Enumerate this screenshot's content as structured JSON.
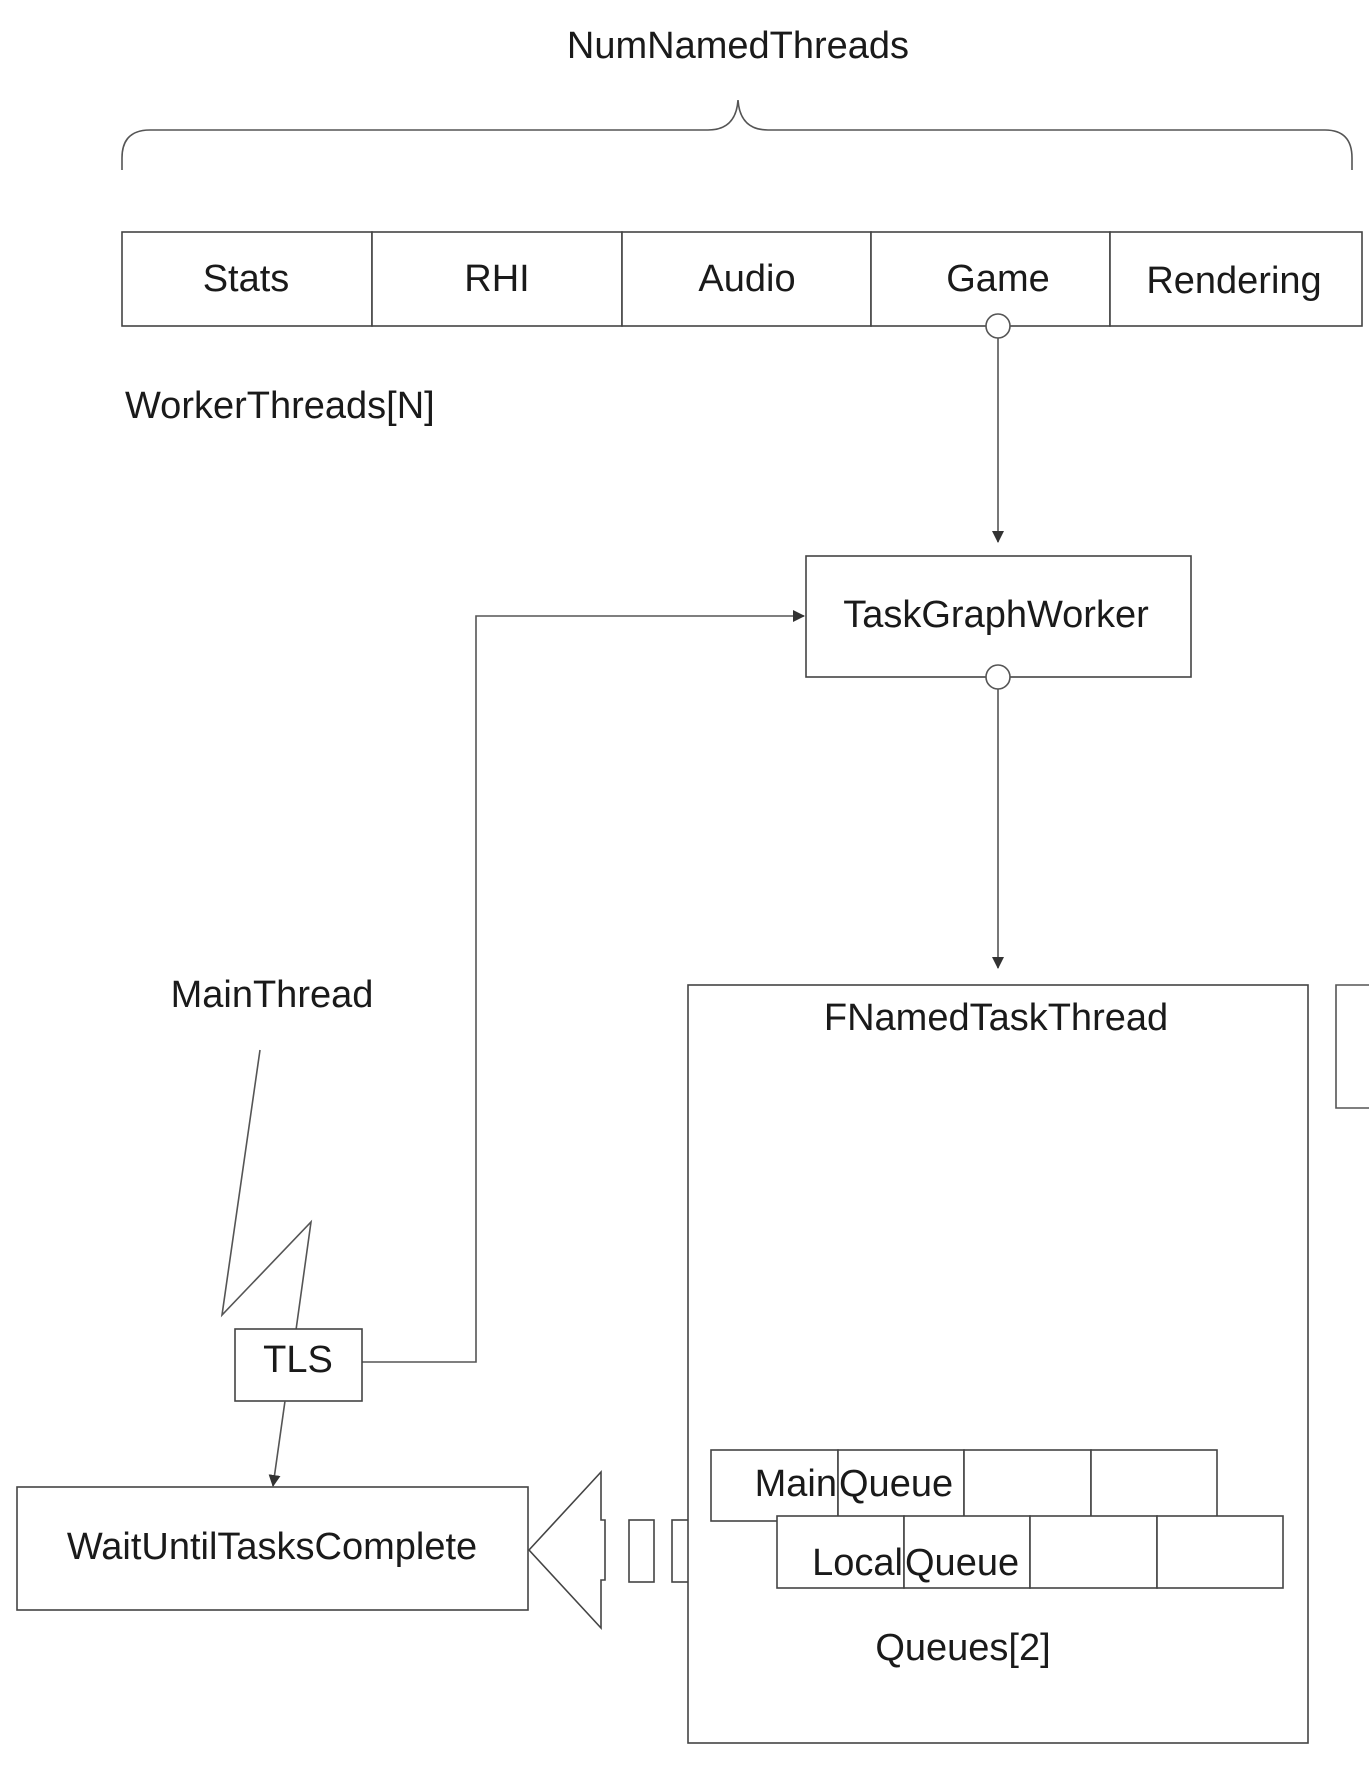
{
  "diagram": {
    "top_label": "NumNamedThreads",
    "named_threads": [
      "Stats",
      "RHI",
      "Audio",
      "Game",
      "Rendering"
    ],
    "worker_threads_label": "WorkerThreads[N]",
    "worker_threads_color": "#1a78c2",
    "task_graph_worker": "TaskGraphWorker",
    "main_thread": "MainThread",
    "tls": "TLS",
    "wait_until": "WaitUntilTasksComplete",
    "named_task_thread": "FNamedTaskThread",
    "main_queue": {
      "part1": "Main",
      "part2": "Queue"
    },
    "local_queue": {
      "part1": "Local",
      "part2": "Queue"
    },
    "queues_label": "Queues[2]"
  }
}
